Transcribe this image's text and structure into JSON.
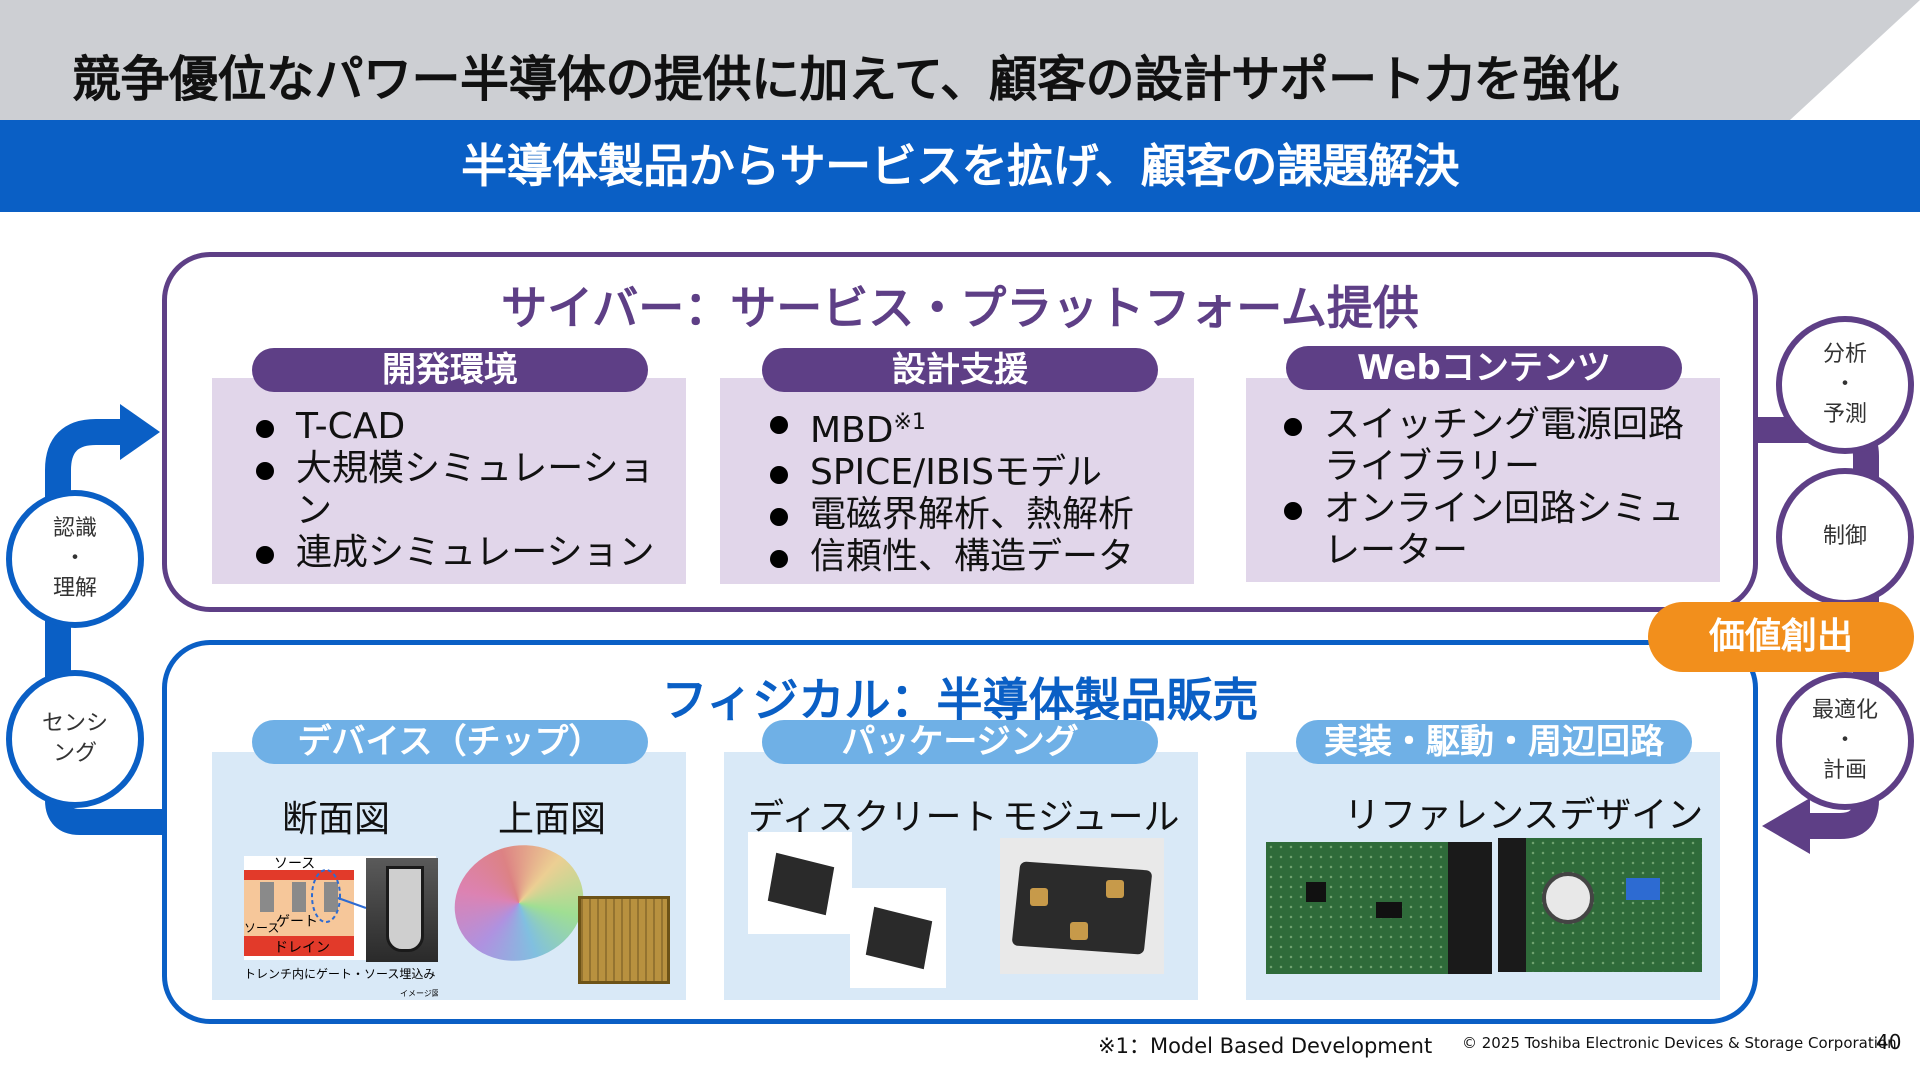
{
  "header": {
    "title": "競争優位なパワー半導体の提供に加えて、顧客の設計サポート力を強化",
    "subtitle": "半導体製品からサービスを拡げ、顧客の課題解決"
  },
  "cyber": {
    "title": "サイバー：サービス・プラットフォーム提供",
    "panels": [
      {
        "label": "開発環境",
        "items": [
          "T-CAD",
          "大規模シミュレーション",
          "連成シミュレーション"
        ]
      },
      {
        "label": "設計支援",
        "items": [
          "MBD",
          "SPICE/IBISモデル",
          "電磁界解析、熱解析",
          "信頼性、構造データ"
        ],
        "mbd_sup": "※1"
      },
      {
        "label": "Webコンテンツ",
        "items": [
          "スイッチング電源回路ライブラリー",
          "オンライン回路シミュレーター"
        ]
      }
    ]
  },
  "physical": {
    "title": "フィジカル：半導体製品販売",
    "panels": [
      {
        "label": "デバイス（チップ）",
        "sub": [
          "断面図",
          "上面図"
        ],
        "diagram_texts": {
          "source_top": "ソース",
          "source_left": "ソース",
          "gate": "ゲート",
          "drain": "ドレイン",
          "caption": "トレンチ内にゲート・ソース埋込み",
          "note": "イメージ図"
        }
      },
      {
        "label": "パッケージング",
        "sub": [
          "ディスクリート",
          "モジュール"
        ]
      },
      {
        "label": "実装・駆動・周辺回路",
        "sub": [
          "リファレンスデザイン"
        ]
      }
    ]
  },
  "loop": {
    "left_circles": [
      {
        "lines": [
          "認識",
          "・",
          "理解"
        ]
      },
      {
        "lines": [
          "センシ",
          "ング"
        ]
      }
    ],
    "right_circles": [
      {
        "lines": [
          "分析",
          "・",
          "予測"
        ]
      },
      {
        "lines": [
          "制御"
        ]
      },
      {
        "lines": [
          "最適化",
          "・",
          "計画"
        ]
      }
    ],
    "value_badge": "価値創出"
  },
  "footer": {
    "note": "※1：Model Based Development",
    "copyright": "© 2025 Toshiba Electronic Devices & Storage Corporation",
    "page_number": "40"
  },
  "colors": {
    "blue": "#0a5fc5",
    "purple": "#5e3f86",
    "orange": "#f28f1c",
    "light_purple": "#e1d6ea",
    "light_blue": "#d9e9f7"
  }
}
